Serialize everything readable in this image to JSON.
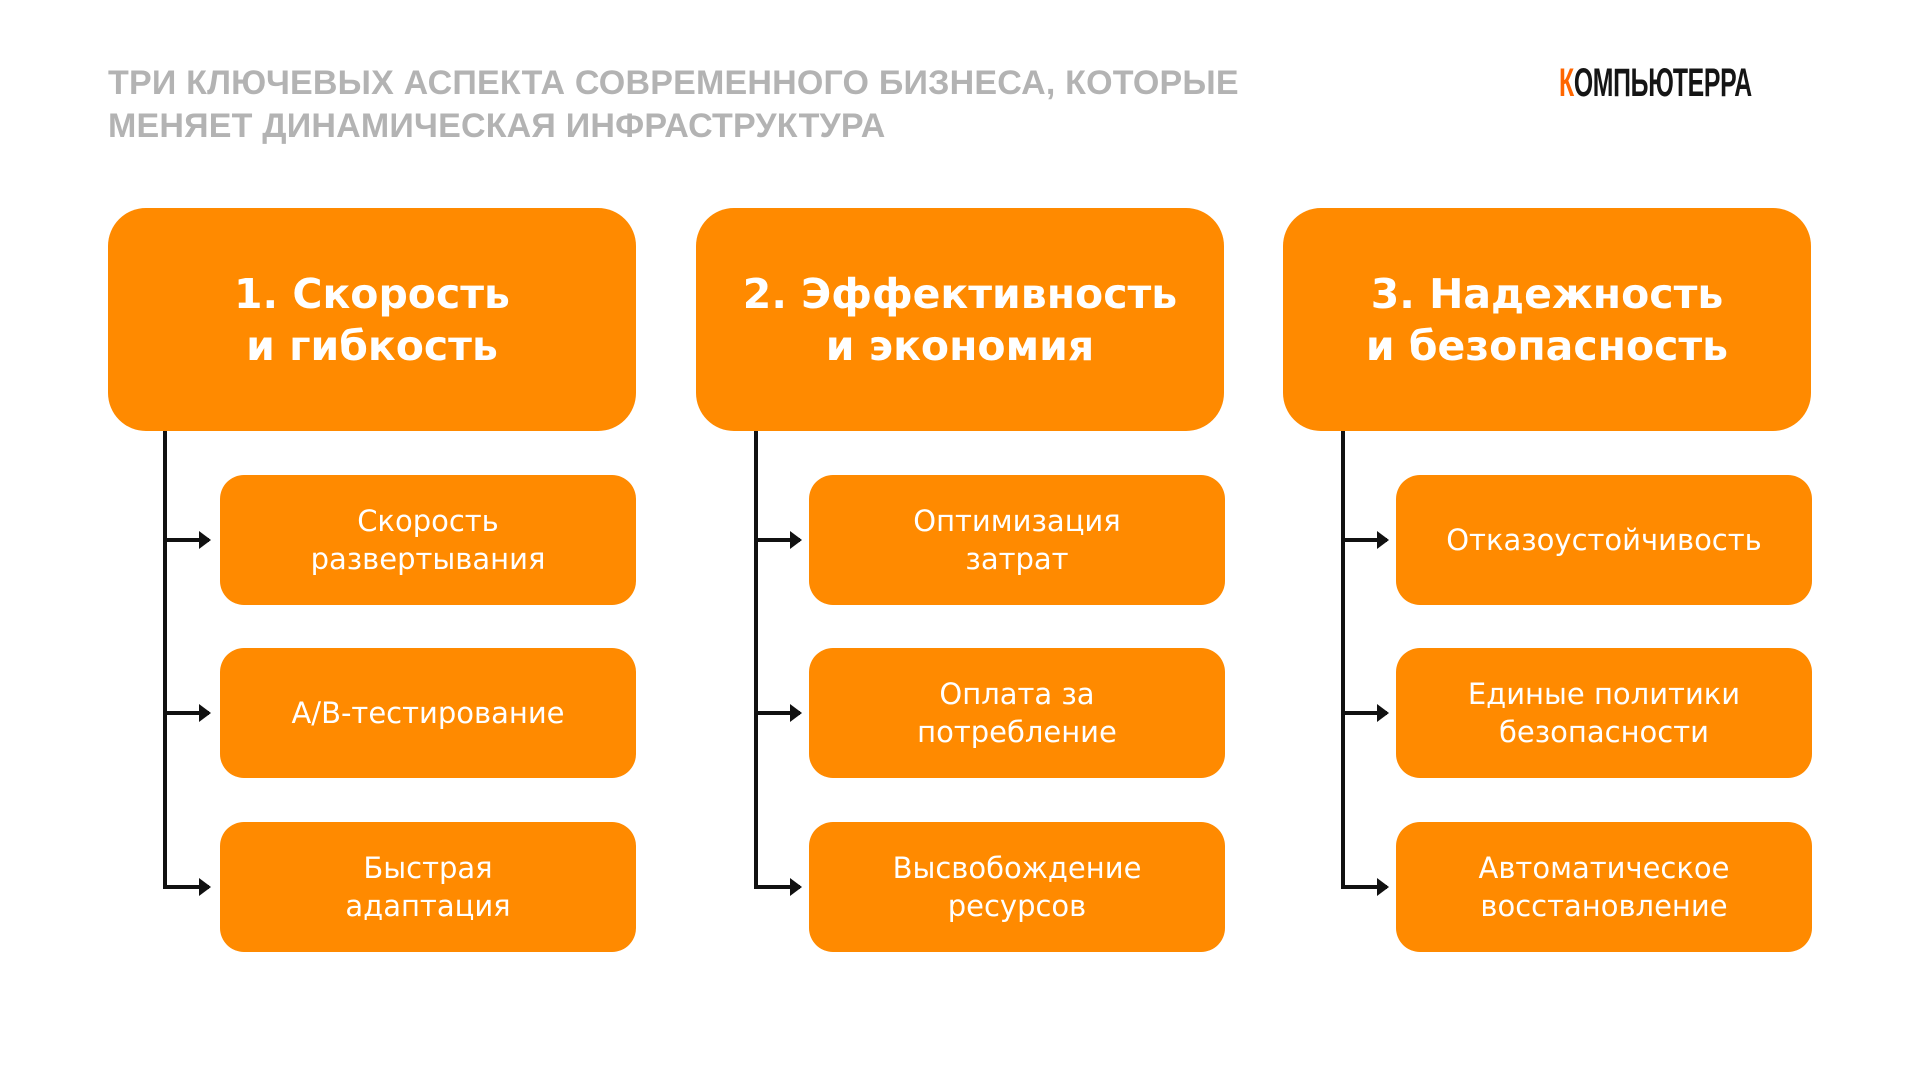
{
  "title": {
    "line1": "Три ключевых аспекта современного бизнеса, которые",
    "line2": "меняет динамическая инфраструктура"
  },
  "logo": {
    "first_letter": "К",
    "rest": "ОМПЬЮТЕРРА"
  },
  "colors": {
    "accent": "#FF8A00",
    "title": "#B3B3B3",
    "logo_accent": "#FF6600"
  },
  "columns": [
    {
      "heading": [
        "1. Скорость",
        "и гибкость"
      ],
      "items": [
        [
          "Скорость",
          "развертывания"
        ],
        [
          "A/B-тестирование"
        ],
        [
          "Быстрая",
          "адаптация"
        ]
      ]
    },
    {
      "heading": [
        "2. Эффективность",
        "и экономия"
      ],
      "items": [
        [
          "Оптимизация",
          "затрат"
        ],
        [
          "Оплата за",
          "потребление"
        ],
        [
          "Высвобождение",
          "ресурсов"
        ]
      ]
    },
    {
      "heading": [
        "3. Надежность",
        "и безопасность"
      ],
      "items": [
        [
          "Отказоустойчивость"
        ],
        [
          "Единые политики",
          "безопасности"
        ],
        [
          "Автоматическое",
          "восстановление"
        ]
      ]
    }
  ]
}
